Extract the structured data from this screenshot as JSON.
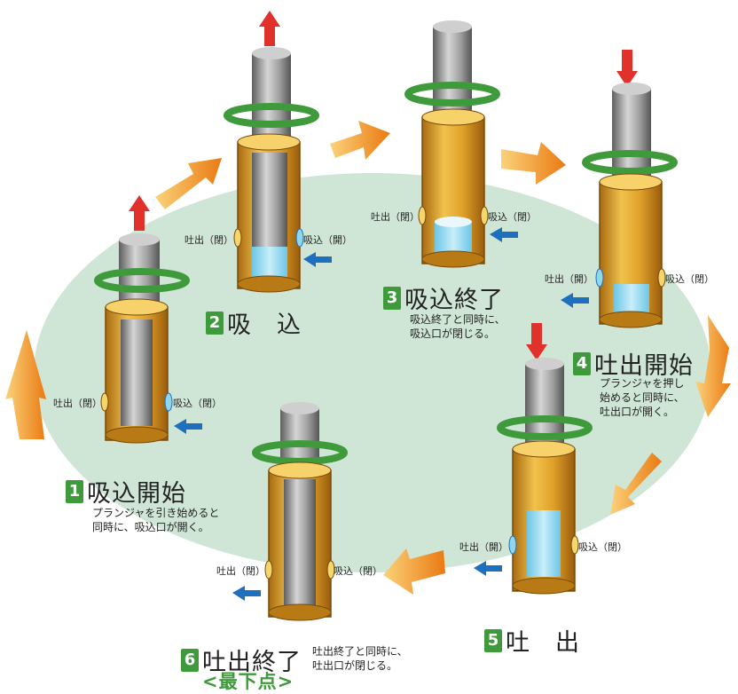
{
  "colors": {
    "ellipse": "#cfe6d6",
    "cylinder_gold": "#d89a1e",
    "rod_gray": "#9a9a9a",
    "ring_green": "#3f9a3c",
    "ring_yellow": "#f3d66c",
    "liquid_blue": "#8fd6ee",
    "arrow_red": "#e0312b",
    "arrow_blue": "#1f6fbf",
    "arrow_orange": "#ee8a1c",
    "badge_green": "#3f9a3c"
  },
  "steps": [
    {
      "num": "1",
      "title": "吸込開始",
      "desc": [
        "プランジャを引き始めると",
        "同時に、吸込口が開く。"
      ]
    },
    {
      "num": "2",
      "title": "吸　込",
      "desc": []
    },
    {
      "num": "3",
      "title": "吸込終了",
      "desc": [
        "吸込終了と同時に、",
        "吸込口が閉じる。"
      ]
    },
    {
      "num": "4",
      "title": "吐出開始",
      "desc": [
        "プランジャを押し",
        "始めると同時に、",
        "吐出口が開く。"
      ]
    },
    {
      "num": "5",
      "title": "吐　出",
      "desc": []
    },
    {
      "num": "6",
      "title": "吐出終了",
      "desc": [
        "吐出終了と同時に、",
        "吐出口が閉じる。"
      ]
    }
  ],
  "ports": {
    "discharge_closed": "吐出（閉）",
    "suction_closed": "吸込（閉）",
    "suction_open": "吸込（開）",
    "discharge_open": "吐出（開）"
  },
  "bottom_label": "<最下点>"
}
